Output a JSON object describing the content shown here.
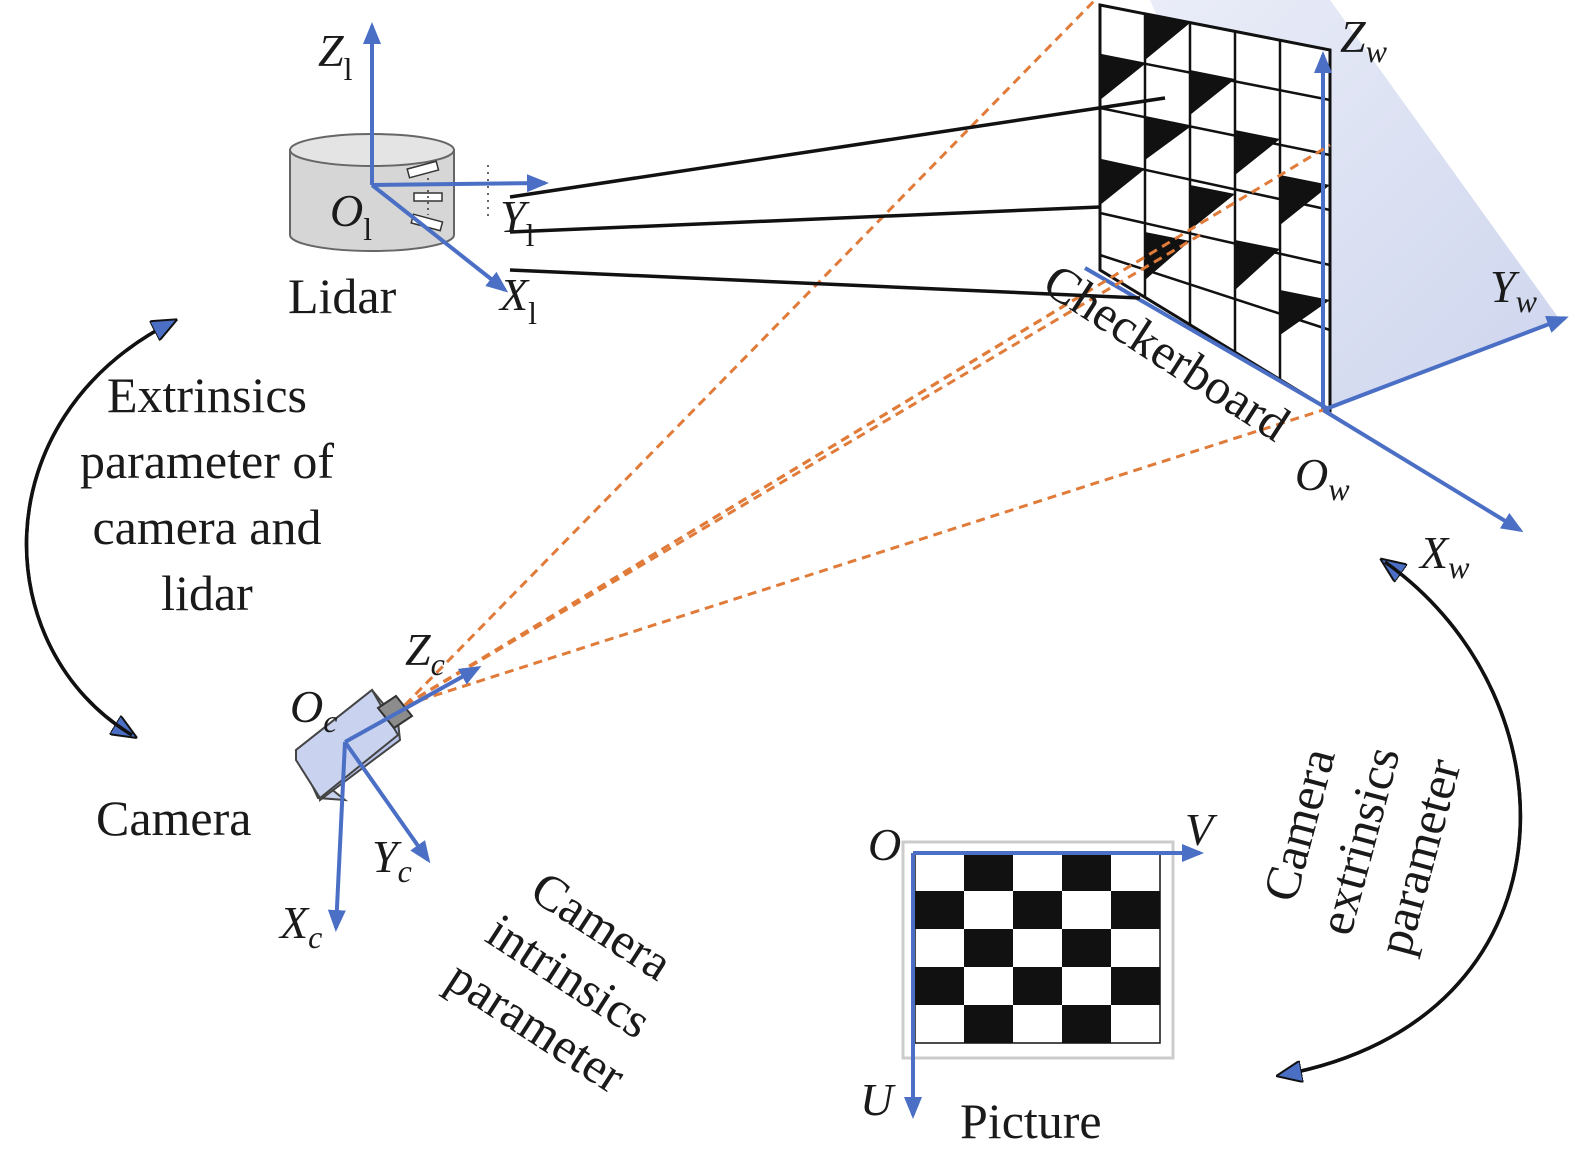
{
  "labels": {
    "lidar": "Lidar",
    "camera": "Camera",
    "checkerboard": "Checkerboard",
    "picture": "Picture",
    "extrinsics_cam_lidar": [
      "Extrinsics",
      "parameter of",
      "camera and",
      "lidar"
    ],
    "camera_intrinsics": [
      "Camera",
      "intrinsics",
      "parameter"
    ],
    "camera_extrinsics": [
      "Camera",
      "extrinsics",
      "parameter"
    ]
  },
  "axes": {
    "lidar": {
      "z": "Z",
      "z_sub": "l",
      "y": "Y",
      "y_sub": "l",
      "x": "X",
      "x_sub": "l",
      "o": "O",
      "o_sub": "l"
    },
    "world": {
      "z": "Z",
      "z_sub": "w",
      "y": "Y",
      "y_sub": "w",
      "x": "X",
      "x_sub": "w",
      "o": "O",
      "o_sub": "w"
    },
    "camera": {
      "z": "Z",
      "z_sub": "c",
      "y": "Y",
      "y_sub": "c",
      "x": "X",
      "x_sub": "c",
      "o": "O",
      "o_sub": "c"
    },
    "picture": {
      "o": "O",
      "v": "V",
      "u": "U"
    }
  },
  "colors": {
    "axis": "#4a6fc4",
    "ray": "#e07b39",
    "beam": "#111111",
    "lidar_body": "#d6d6d6",
    "camera_body": "#c9d3f0",
    "board_shadow": "#cdd5ee"
  }
}
